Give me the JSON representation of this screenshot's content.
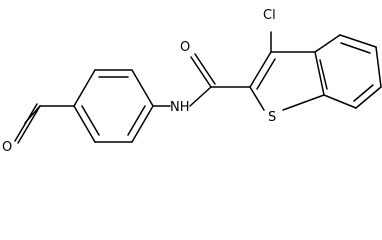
{
  "molecule": {
    "atoms": {
      "oxygen_ketone": "O",
      "nitrogen_amide": "NH",
      "oxygen_amide": "O",
      "chlorine": "Cl",
      "sulfur": "S"
    }
  },
  "colors": {
    "bond": "#000000",
    "text": "#000000",
    "background": "#ffffff"
  }
}
